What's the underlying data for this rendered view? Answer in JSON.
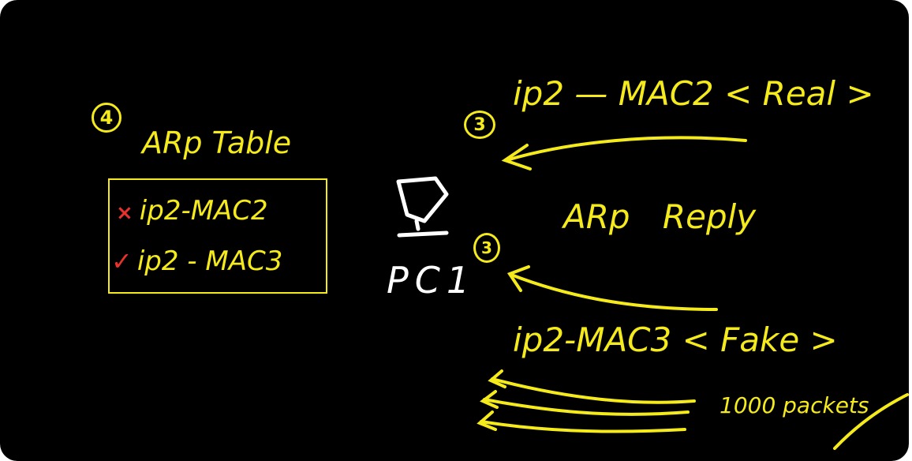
{
  "colors": {
    "background": "#000000",
    "ink": "#f4ea1c",
    "pc": "#ffffff",
    "mark_wrong": "#e8322b",
    "mark_right": "#e8322b"
  },
  "steps": {
    "table": "4",
    "real_reply": "3",
    "fake_reply": "3"
  },
  "arp_table": {
    "title": "ARp Table",
    "rows": [
      {
        "mark": "×",
        "status": "invalid",
        "text": "ip2-MAC2"
      },
      {
        "mark": "✓",
        "status": "valid",
        "text": "ip2 - MAC3"
      }
    ]
  },
  "pc": {
    "label": "PC1",
    "icon": "computer-icon"
  },
  "real_reply": {
    "text": "ip2 — MAC2 < Real >"
  },
  "arp_reply": {
    "label": "ARp Reply"
  },
  "fake_reply": {
    "text": "ip2-MAC3 < Fake >",
    "count_label": "1000 packets"
  }
}
